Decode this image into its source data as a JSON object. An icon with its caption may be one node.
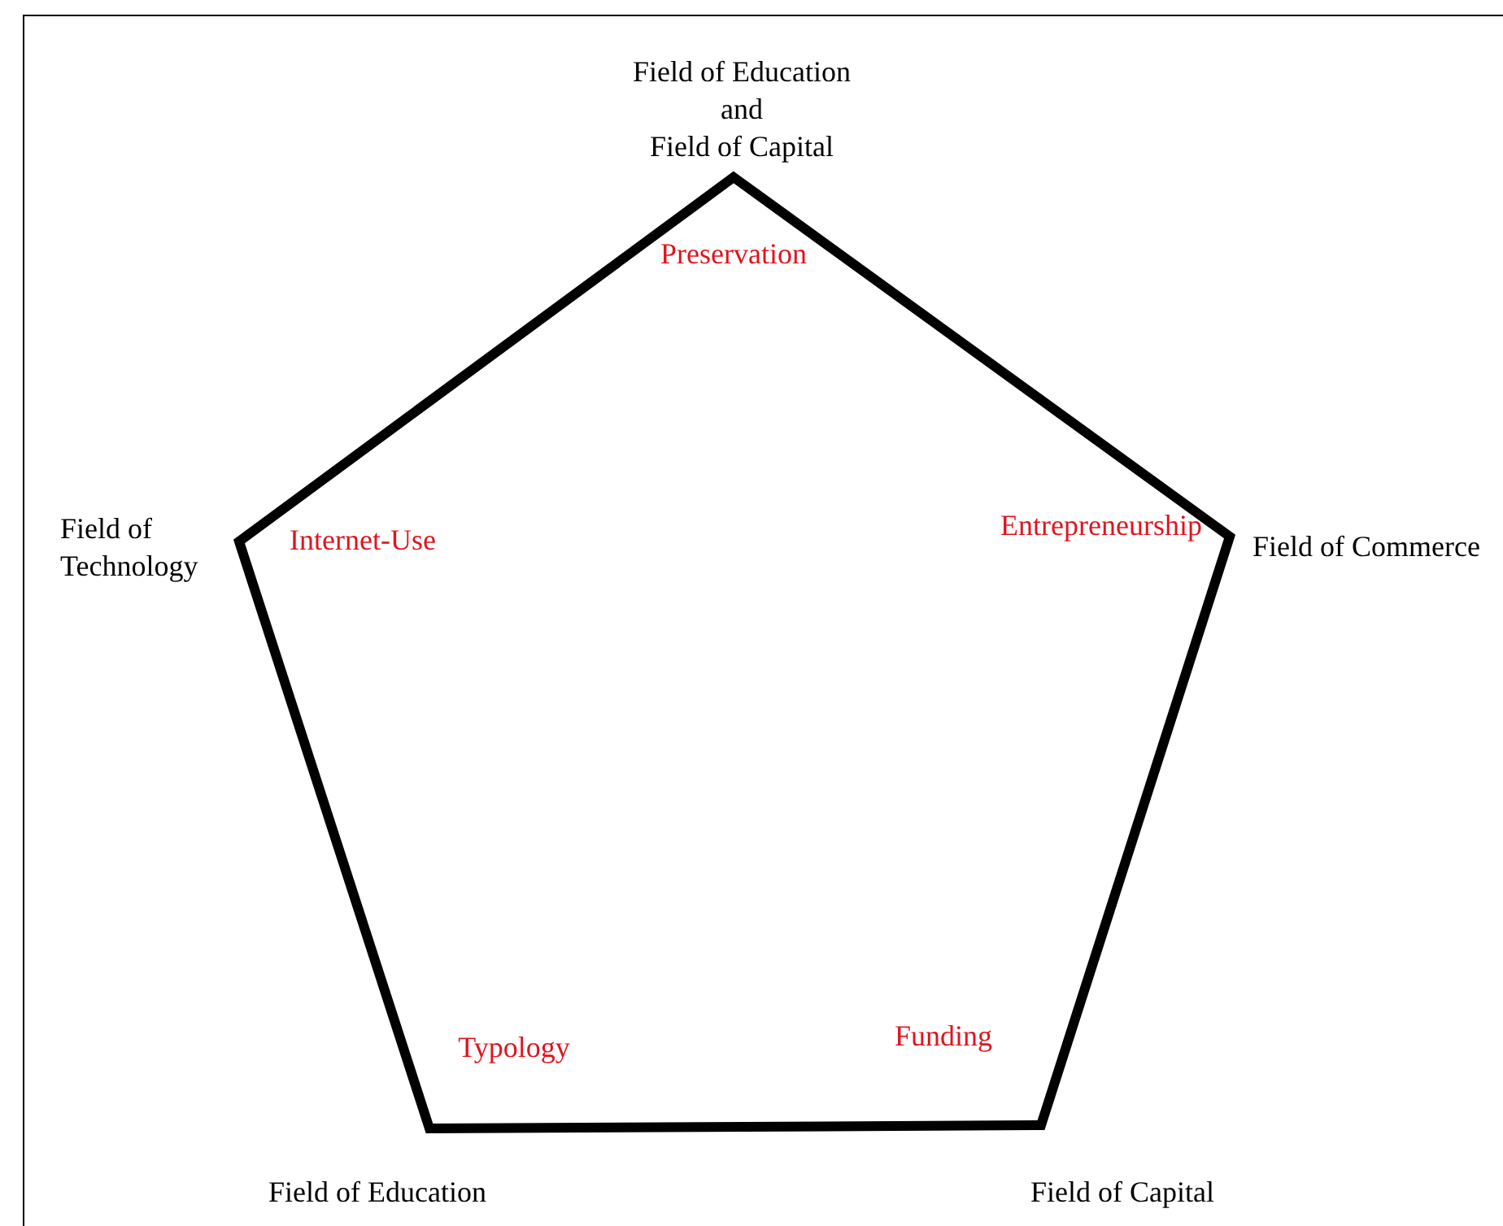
{
  "diagram": {
    "nodes": [
      {
        "text": [
          "Preservation",
          "Internet-Use",
          "Entrepreneurship",
          "Typology",
          "Funding"
        ]
      }
    ],
    "edges": [],
    "labels": [
      "Field of Education and Field of Capital",
      "Field of Technology",
      "Field of Commerce",
      "Field of Education",
      "Field of Capital"
    ]
  }
}
